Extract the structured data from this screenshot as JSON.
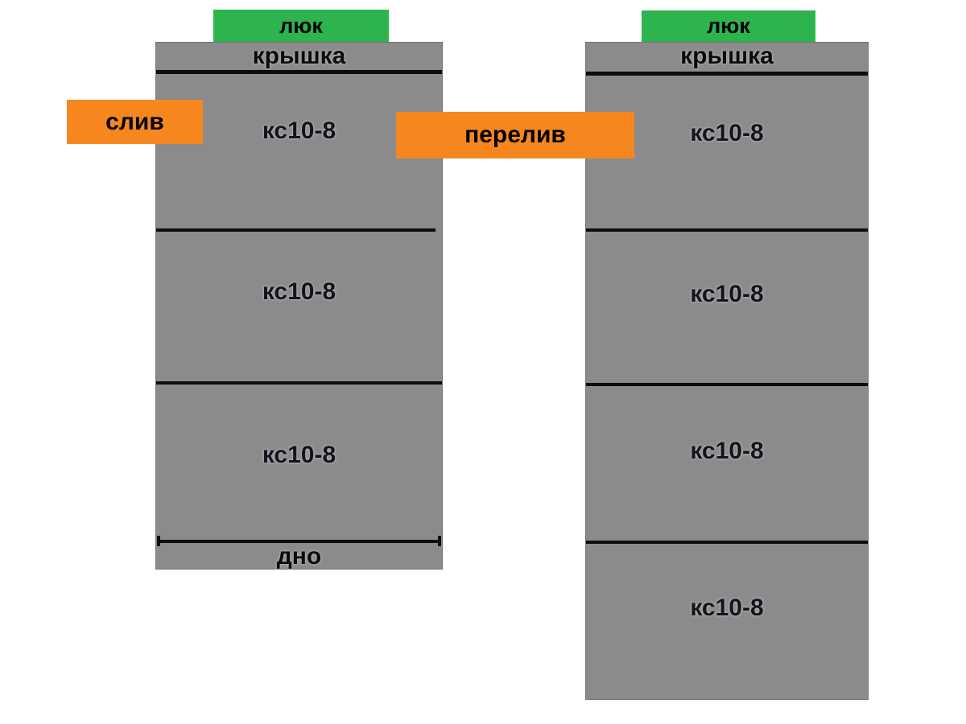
{
  "diagram": {
    "left_well": {
      "hatch_label": "люк",
      "lid_label": "крышка",
      "rings": [
        "кс10-8",
        "кс10-8",
        "кс10-8"
      ],
      "bottom_label": "дно"
    },
    "right_well": {
      "hatch_label": "люк",
      "lid_label": "крышка",
      "rings": [
        "кс10-8",
        "кс10-8",
        "кс10-8",
        "кс10-8"
      ]
    },
    "drain_label": "слив",
    "overflow_label": "перелив",
    "colors": {
      "hatch-green": "#2db44e",
      "pipe-orange": "#f6871f",
      "concrete-gray": "#8b8b8b",
      "line-black": "#0d0d0d"
    }
  }
}
